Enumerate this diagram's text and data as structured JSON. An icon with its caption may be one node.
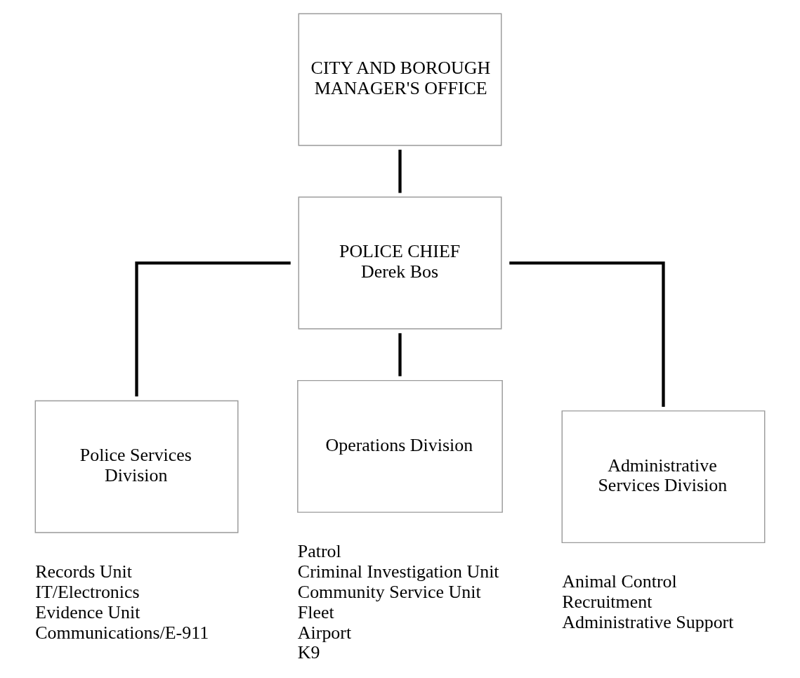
{
  "diagram": {
    "nodes": [
      {
        "text": [
          "CITY AND BOROUGH MANAGER'S OFFICE"
        ]
      },
      {
        "text": [
          "POLICE CHIEF",
          "Derek Bos"
        ]
      },
      {
        "text": [
          "Police Services Division"
        ],
        "beside": [
          "Records Unit",
          "IT/Electronics",
          "Evidence Unit",
          "Communications/E-911"
        ]
      },
      {
        "text": [
          "Operations Division"
        ],
        "beside": [
          "Patrol",
          "Criminal Investigation Unit",
          "Community Service Unit",
          "Fleet",
          "Airport",
          "K9"
        ]
      },
      {
        "text": [
          "Administrative Services Division"
        ],
        "beside": [
          "Animal Control",
          "Recruitment",
          "Administrative Support"
        ]
      }
    ],
    "edges": [
      {
        "from": 0,
        "to": 1,
        "arrow": "none"
      },
      {
        "from": 1,
        "to": 2,
        "arrow": "none"
      },
      {
        "from": 1,
        "to": 3,
        "arrow": "none"
      },
      {
        "from": 1,
        "to": 4,
        "arrow": "none"
      }
    ]
  }
}
